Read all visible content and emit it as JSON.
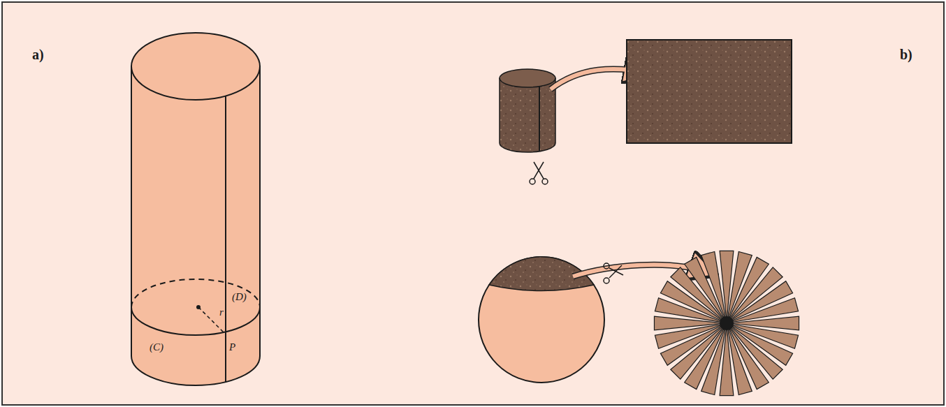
{
  "diagram": {
    "labels": [
      "a)",
      "b)",
      "r",
      "(C)",
      "P",
      "(D)"
    ]
  }
}
